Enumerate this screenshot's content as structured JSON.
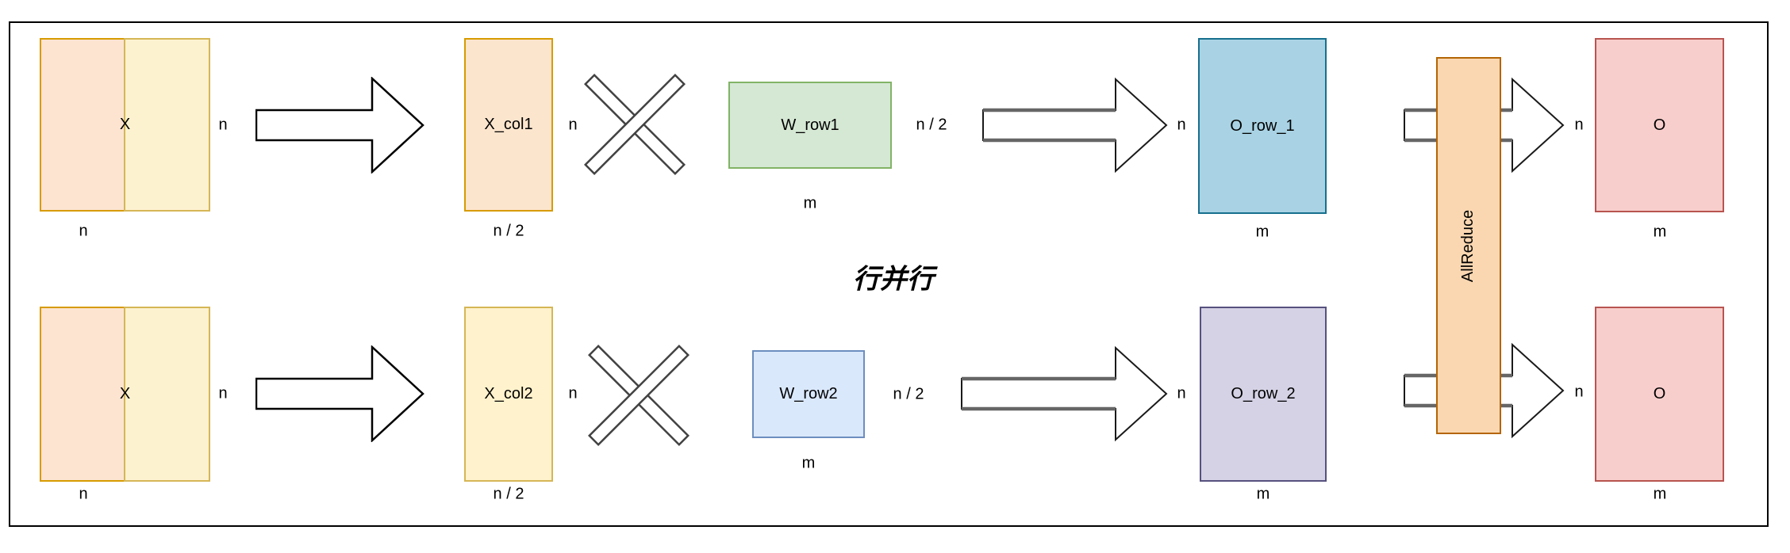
{
  "center_title": "行并行",
  "allreduce": {
    "label": "AllReduce"
  },
  "dims": {
    "n": "n",
    "n_half": "n / 2",
    "m": "m"
  },
  "row1": {
    "x": "X",
    "x_col": "X_col1",
    "w": "W_row1",
    "o_row": "O_row_1",
    "o": "O"
  },
  "row2": {
    "x": "X",
    "x_col": "X_col2",
    "w": "W_row2",
    "o_row": "O_row_2",
    "o": "O"
  },
  "colors": {
    "x_left_fill": "#fce4d1",
    "x_left_border": "#d79b00",
    "x_right_fill": "#fdf2d0",
    "x_right_border": "#d6b656",
    "x_col1_fill": "#fce5cd",
    "x_col1_border": "#d79b00",
    "x_col2_fill": "#fff2cc",
    "x_col2_border": "#d6b656",
    "w_row1_fill": "#d5e8d4",
    "w_row1_border": "#82b366",
    "w_row2_fill": "#dae8fc",
    "w_row2_border": "#6c8ebf",
    "o_row1_fill": "#a9d3e4",
    "o_row1_border": "#166f8e",
    "o_row2_fill": "#d5d2e5",
    "o_row2_border": "#56517e",
    "o_fill": "#f8cecc",
    "o_border": "#b85450",
    "allreduce_fill": "#fad7b1",
    "allreduce_border": "#b46504",
    "arrow_outline": "#1a1a1a",
    "arrow_shaft_gray": "#666666",
    "mult_outline": "#424242"
  }
}
